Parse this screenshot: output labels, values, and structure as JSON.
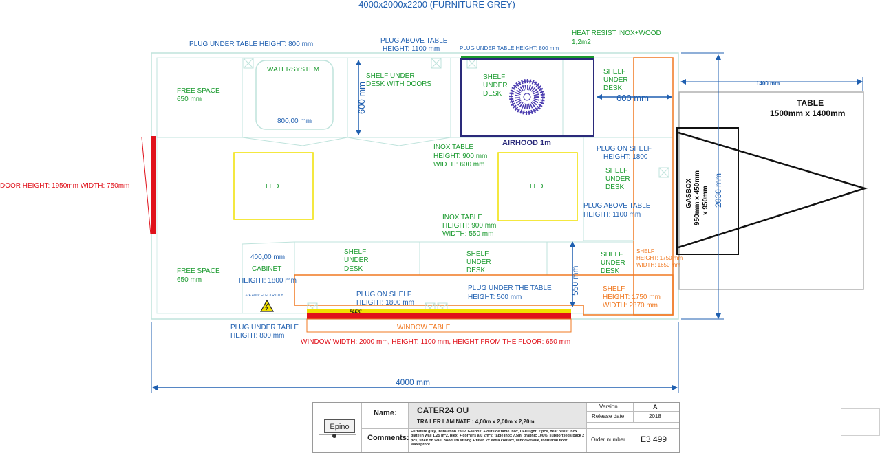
{
  "plan": {
    "title": "4000x2000x2200 (FURNITURE GREY)",
    "labels": {
      "plug_under_table_top": "PLUG UNDER TABLE HEIGHT: 800 mm",
      "plug_above_table_top_1": "PLUG ABOVE TABLE",
      "plug_above_table_top_2": "HEIGHT: 1100 mm",
      "plug_under_table_small": "PLUG UNDER TABLE HEIGHT: 800 mm",
      "heat_resist_1": "HEAT RESIST INOX+WOOD",
      "heat_resist_2": "1,2m2",
      "free_space_top_1": "FREE SPACE",
      "free_space_top_2": "650 mm",
      "watersystem": "WATERSYSTEM",
      "watersystem_dim": "800,00 mm",
      "shelf_desk_doors_1": "SHELF UNDER",
      "shelf_desk_doors_2": "DESK WITH DOORS",
      "dim_600_vertical": "600 mm",
      "shelf_under_desk_a_1": "SHELF",
      "shelf_under_desk_a_2": "UNDER",
      "shelf_under_desk_a_3": "DESK",
      "airhood": "AIRHOOD 1m",
      "shelf_under_desk_b_1": "SHELF",
      "shelf_under_desk_b_2": "UNDER",
      "shelf_under_desk_b_3": "DESK",
      "dim_600_horizontal": "600 mm",
      "dim_1400": "1400 mm",
      "table_1": "TABLE",
      "table_2": "1500mm x 1400mm",
      "door": "DOOR HEIGHT: 1950mm WIDTH: 750mm",
      "led_left": "LED",
      "inox_table_1a": "INOX TABLE",
      "inox_table_1b": "HEIGHT: 900 mm",
      "inox_table_1c": "WIDTH: 600 mm",
      "led_right": "LED",
      "plug_on_shelf_right_1": "PLUG ON SHELF",
      "plug_on_shelf_right_2": "HEIGHT: 1800",
      "shelf_under_desk_c_1": "SHELF",
      "shelf_under_desk_c_2": "UNDER",
      "shelf_under_desk_c_3": "DESK",
      "plug_above_table_right_1": "PLUG ABOVE TABLE",
      "plug_above_table_right_2": "HEIGHT: 1100 mm",
      "gasbox_1": "GASBOX",
      "gasbox_2": "950mm x 450mm",
      "gasbox_3": "x 950mm",
      "dim_2030": "2030 mm",
      "inox_table_2a": "INOX TABLE",
      "inox_table_2b": "HEIGHT: 900 mm",
      "inox_table_2c": "WIDTH: 550 mm",
      "cabinet_dim": "400,00 mm",
      "cabinet_1": "CABINET",
      "cabinet_2": "HEIGHT: 1800 mm",
      "free_space_bottom_1": "FREE SPACE",
      "free_space_bottom_2": "650 mm",
      "shelf_under_desk_d_1": "SHELF",
      "shelf_under_desk_d_2": "UNDER",
      "shelf_under_desk_d_3": "DESK",
      "shelf_under_desk_e_1": "SHELF",
      "shelf_under_desk_e_2": "UNDER",
      "shelf_under_desk_e_3": "DESK",
      "dim_550": "550 mm",
      "shelf_under_desk_f_1": "SHELF",
      "shelf_under_desk_f_2": "UNDER",
      "shelf_under_desk_f_3": "DESK",
      "shelf_small_1": "SHELF",
      "shelf_small_2": "HEIGHT: 1750 mm",
      "shelf_small_3": "WIDTH: 1650 mm",
      "electricity": "32A 400V ELECTRICITY",
      "plug_on_shelf_bottom_1": "PLUG ON SHELF",
      "plug_on_shelf_bottom_2": "HEIGHT: 1800 mm",
      "plug_under_the_table_1": "PLUG UNDER THE TABLE",
      "plug_under_the_table_2": "HEIGHT: 500 mm",
      "shelf_big_1": "SHELF",
      "shelf_big_2": "HEIGHT: 1750 mm",
      "shelf_big_3": "WIDTH: 2870 mm",
      "plexi": "PLEXI",
      "plug_under_table_bottom_1": "PLUG UNDER TABLE",
      "plug_under_table_bottom_2": "HEIGHT: 800 mm",
      "window_table": "WINDOW TABLE",
      "window": "WINDOW WIDTH: 2000 mm, HEIGHT: 1100 mm, HEIGHT FROM THE FLOOR: 650 mm",
      "dim_4000": "4000 mm"
    }
  },
  "title_block": {
    "logo": "Epino",
    "name_label": "Name:",
    "name_value": "CATER24 OU",
    "name_sub": "TRAILER LAMINATE : 4,00m x 2,00m x 2,20m",
    "comments_label": "Comments:",
    "comments_value": "Furniture grey, instalation 230V, Gasbox, + outside table inox, LED light, 2 pcs, heat resist inox plate in wall 1,25 m*2, plexi + corners alu 2m*2, table inox 7,5m, graphic 100%, support legs back 2 pcs, shelf on wall, hood 1m strong + filter, 2x extra contact, window table, industrial floor waterproof.",
    "version_label": "Version",
    "version_value": "A",
    "release_label": "Release date",
    "release_value": "2018",
    "order_label": "Order number",
    "order_value": "E3 499"
  },
  "colors": {
    "blue": "#1f5fb0",
    "green": "#1a9a2e",
    "red": "#e0121b",
    "orange": "#f07820",
    "yellow": "#f0e000",
    "navy": "#2a2a7a",
    "wall": "#bfe3dc"
  }
}
